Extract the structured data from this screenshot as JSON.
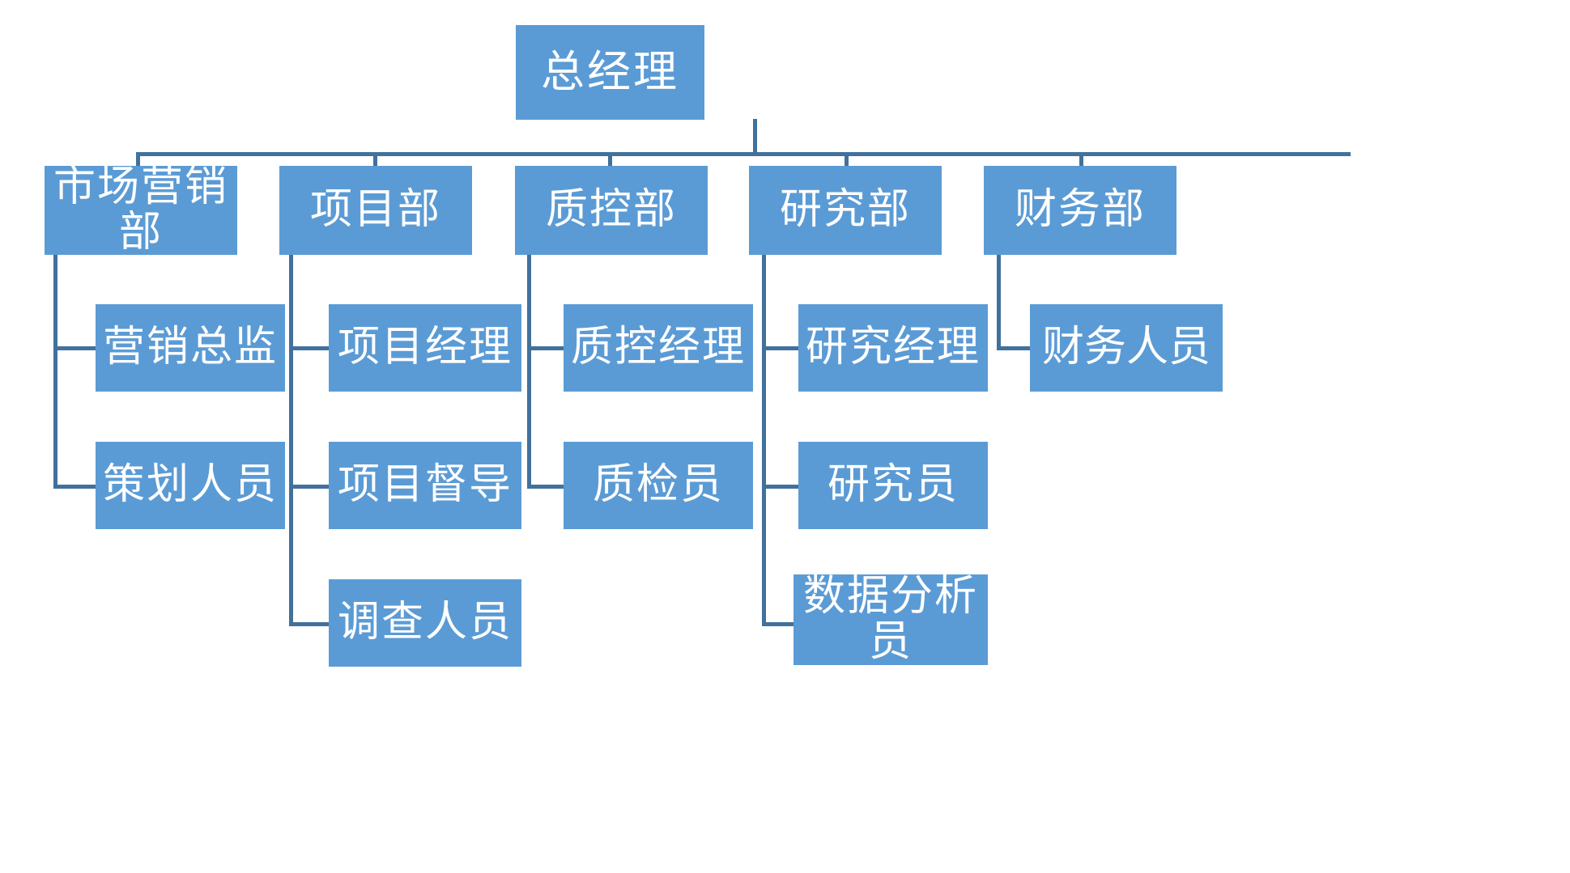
{
  "diagram": {
    "type": "organization-chart",
    "title_node": "总经理",
    "colors": {
      "node_fill": "#5b9bd5",
      "node_text": "#ffffff",
      "connector": "#41719c",
      "background": "#ffffff"
    },
    "root": {
      "label": "总经理"
    },
    "departments": [
      {
        "label": "市场营销部",
        "children": [
          {
            "label": "营销总监"
          },
          {
            "label": "策划人员"
          }
        ]
      },
      {
        "label": "项目部",
        "children": [
          {
            "label": "项目经理"
          },
          {
            "label": "项目督导"
          },
          {
            "label": "调查人员"
          }
        ]
      },
      {
        "label": "质控部",
        "children": [
          {
            "label": "质控经理"
          },
          {
            "label": "质检员"
          }
        ]
      },
      {
        "label": "研究部",
        "children": [
          {
            "label": "研究经理"
          },
          {
            "label": "研究员"
          },
          {
            "label": "数据分析员"
          }
        ]
      },
      {
        "label": "财务部",
        "children": [
          {
            "label": "财务人员"
          }
        ]
      }
    ]
  }
}
